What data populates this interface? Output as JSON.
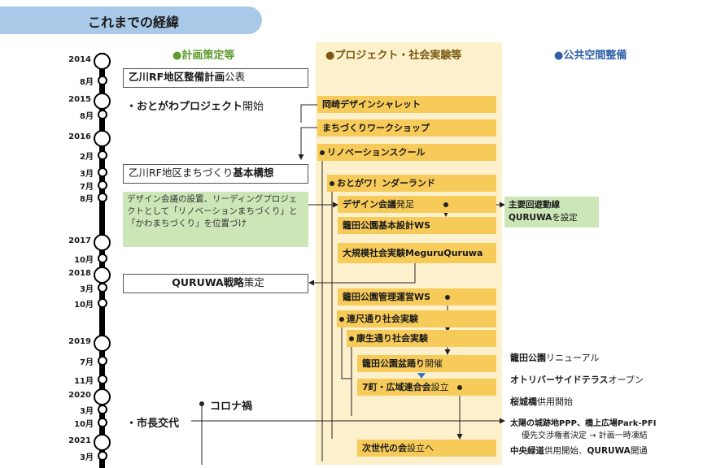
{
  "header": {
    "title": "これまでの経緯"
  },
  "columns": {
    "plan": "●計画策定等",
    "project": "●プロジェクト・社会実験等",
    "public": "●公共空間整備"
  },
  "timeline": [
    {
      "label": "2014",
      "kind": "year"
    },
    {
      "label": "8月",
      "kind": "month"
    },
    {
      "label": "2015",
      "kind": "year"
    },
    {
      "label": "8月",
      "kind": "month"
    },
    {
      "label": "2016",
      "kind": "year"
    },
    {
      "label": "2月",
      "kind": "month"
    },
    {
      "label": "3月",
      "kind": "month"
    },
    {
      "label": "7月",
      "kind": "month"
    },
    {
      "label": "8月",
      "kind": "month"
    },
    {
      "label": "2017",
      "kind": "year"
    },
    {
      "label": "10月",
      "kind": "month"
    },
    {
      "label": "2018",
      "kind": "year"
    },
    {
      "label": "3月",
      "kind": "month"
    },
    {
      "label": "10月",
      "kind": "month"
    },
    {
      "label": "2019",
      "kind": "year"
    },
    {
      "label": "7月",
      "kind": "month"
    },
    {
      "label": "11月",
      "kind": "month"
    },
    {
      "label": "2020",
      "kind": "year"
    },
    {
      "label": "3月",
      "kind": "month"
    },
    {
      "label": "10月",
      "kind": "month"
    },
    {
      "label": "2021",
      "kind": "year"
    },
    {
      "label": "3月",
      "kind": "month"
    }
  ],
  "plan": {
    "box1": {
      "bold": "乙川RF地区整備計画",
      "rest": "公表"
    },
    "item_otogawa": {
      "bold": "・おとがわプロジェクト",
      "rest": "開始"
    },
    "box2": {
      "pre": "乙川RF地区まちづくり",
      "bold": "基本構想"
    },
    "note": "デザイン会議の設置、リーディングプロジェクトとして「リノベーションまちづくり」と「かわまちづくり」を位置づけ",
    "box3": {
      "bold": "QURUWA戦略",
      "rest": "策定"
    },
    "corona": "コロナ禍",
    "mayor": "・市長交代"
  },
  "project": {
    "okazaki": "岡崎デザインシャレット",
    "workshop": "まちづくりワークショップ",
    "renovation": "リノベーションスクール",
    "wonderland": "おとがワ！ンダーランド",
    "design_meeting": {
      "bold": "デザイン会議",
      "rest": "発足"
    },
    "hatta_design": "籠田公園基本設計WS",
    "meguru": "大規模社会実験MeguruQuruwa",
    "hatta_manage": "籠田公園管理運営WS",
    "renjaku": "連尺通り社会実験",
    "kosei": "康生通り社会実験",
    "bonodori": {
      "bold": "籠田公園盆踊り",
      "rest": "開催"
    },
    "nanamachi": {
      "bold": "7町・広域連合会",
      "rest": "設立"
    },
    "next_gen": {
      "bold": "次世代の会",
      "rest": "設立へ"
    }
  },
  "public": {
    "route": {
      "line1": "主要回遊動線",
      "bold": "QURUWA",
      "rest": "を設定"
    },
    "hatta_renewal": {
      "bold": "籠田公園",
      "rest": "リニューアル"
    },
    "riverside": {
      "bold": "オトリバーサイドテラス",
      "rest": "オープン"
    },
    "sakurashiro": {
      "bold": "桜城橋",
      "rest": "供用開始"
    },
    "ppp": {
      "bold": "太陽の城跡地PPP、橋上広場Park-PFI",
      "sub": "優先交渉権者決定 → 計画一時凍結"
    },
    "chuo": {
      "bold": "中央緑道",
      "mid": "供用開始、",
      "bold2": "QURUWA",
      "rest": "開通"
    }
  }
}
